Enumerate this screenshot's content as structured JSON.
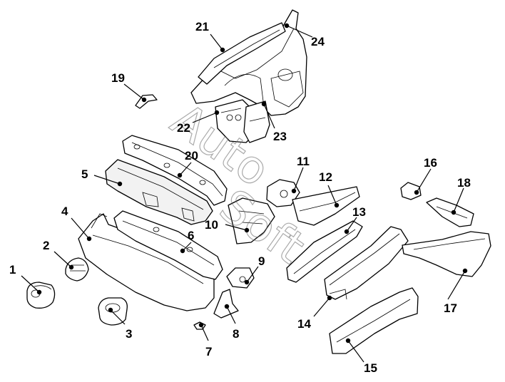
{
  "watermark": {
    "text_auto": "Auto",
    "text_soft": "Soft"
  },
  "callouts": [
    {
      "id": "1",
      "label": "1"
    },
    {
      "id": "2",
      "label": "2"
    },
    {
      "id": "3",
      "label": "3"
    },
    {
      "id": "4",
      "label": "4"
    },
    {
      "id": "5",
      "label": "5"
    },
    {
      "id": "6",
      "label": "6"
    },
    {
      "id": "7",
      "label": "7"
    },
    {
      "id": "8",
      "label": "8"
    },
    {
      "id": "9",
      "label": "9"
    },
    {
      "id": "10",
      "label": "10"
    },
    {
      "id": "11",
      "label": "11"
    },
    {
      "id": "12",
      "label": "12"
    },
    {
      "id": "13",
      "label": "13"
    },
    {
      "id": "14",
      "label": "14"
    },
    {
      "id": "15",
      "label": "15"
    },
    {
      "id": "16",
      "label": "16"
    },
    {
      "id": "17",
      "label": "17"
    },
    {
      "id": "18",
      "label": "18"
    },
    {
      "id": "19",
      "label": "19"
    },
    {
      "id": "20",
      "label": "20"
    },
    {
      "id": "21",
      "label": "21"
    },
    {
      "id": "22",
      "label": "22"
    },
    {
      "id": "23",
      "label": "23"
    },
    {
      "id": "24",
      "label": "24"
    }
  ]
}
